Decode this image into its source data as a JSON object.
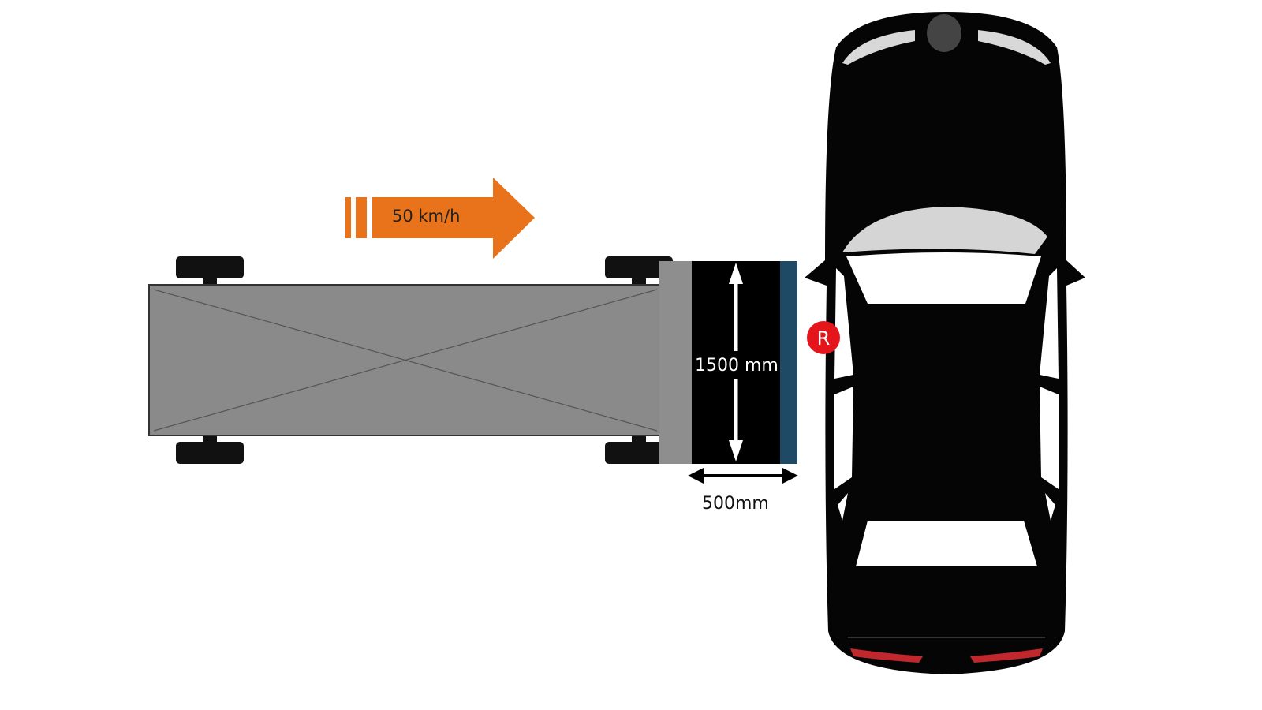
{
  "speed_label": "50 km/h",
  "barrier_height_label": "1500 mm",
  "barrier_depth_label": "500mm",
  "point_marker_label": "R",
  "colors": {
    "arrow": "#e8731a",
    "trolley": "#8a8a8a",
    "barrier": "#000000",
    "barrier_face": "#1f4a66",
    "car": "#050505",
    "marker": "#e5161b",
    "tail_light": "#c0282d"
  }
}
